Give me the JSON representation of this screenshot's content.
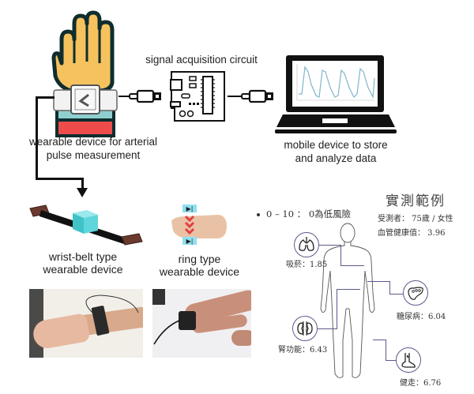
{
  "pipeline": {
    "wearable_label_line1": "wearable device for arterial",
    "wearable_label_line2": "pulse measurement",
    "circuit_label": "signal acquisition circuit",
    "mobile_label_line1": "mobile device to store",
    "mobile_label_line2": "and analyze data"
  },
  "device_types": {
    "wrist_belt_line1": "wrist-belt type",
    "wrist_belt_line2": "wearable device",
    "ring_line1": "ring type",
    "ring_line2": "wearable device"
  },
  "example": {
    "title": "實測範例",
    "scale_note": "0 – 10 ： 0為低風險",
    "subject": "受測者： 75歲 / 女性",
    "vascular_health": "血管健康值： 3.96",
    "organs": [
      {
        "name": "lungs",
        "label": "吸菸：1.85"
      },
      {
        "name": "pancreas",
        "label": "糖尿病：6.04"
      },
      {
        "name": "kidneys",
        "label": "腎功能：6.43"
      },
      {
        "name": "foot",
        "label": "健走：6.76"
      }
    ]
  },
  "colors": {
    "hand": "#f5c25e",
    "outline": "#0f2d2d",
    "cuff_teal": "#8fcfcf",
    "cuff_red": "#ee4b4b",
    "belt_cube": "#5fd6dc",
    "belt_end": "#6b3a2e",
    "connector": "#5a5a8c",
    "waveform": "#7fb6cc"
  }
}
